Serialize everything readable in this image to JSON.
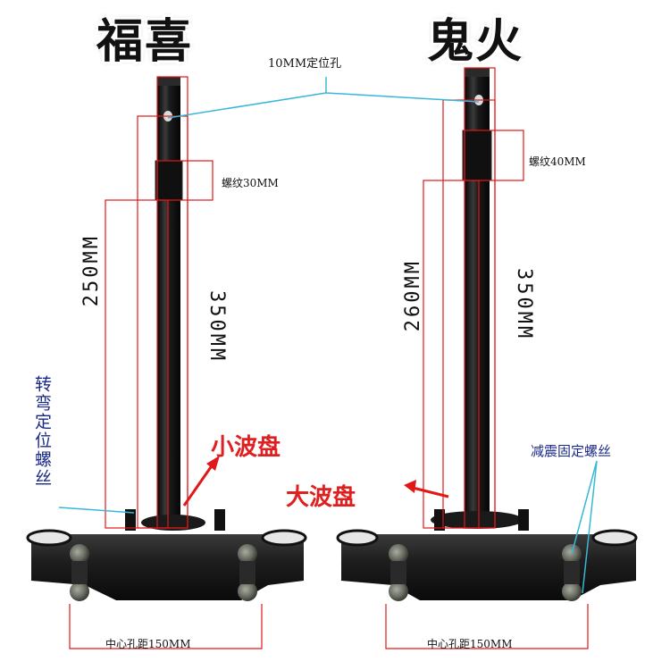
{
  "titles": {
    "left": "福喜",
    "right": "鬼火"
  },
  "shared": {
    "hole_label": "10MM定位孔"
  },
  "left": {
    "thread_label": "螺纹30MM",
    "length_short": "250MM",
    "length_long": "350MM",
    "disc_label": "小波盘",
    "turn_label": "转弯定位螺丝",
    "center_label": "中心孔距150MM"
  },
  "right": {
    "thread_label": "螺纹40MM",
    "length_short": "260MM",
    "length_long": "350MM",
    "disc_label": "大波盘",
    "shock_label": "减震固定螺丝",
    "center_label": "中心孔距150MM"
  },
  "colors": {
    "red_line": "#e01818",
    "cyan_line": "#38b8d8",
    "label_red": "#e02020",
    "label_blue": "#1a2a88",
    "metal": "#141414"
  }
}
